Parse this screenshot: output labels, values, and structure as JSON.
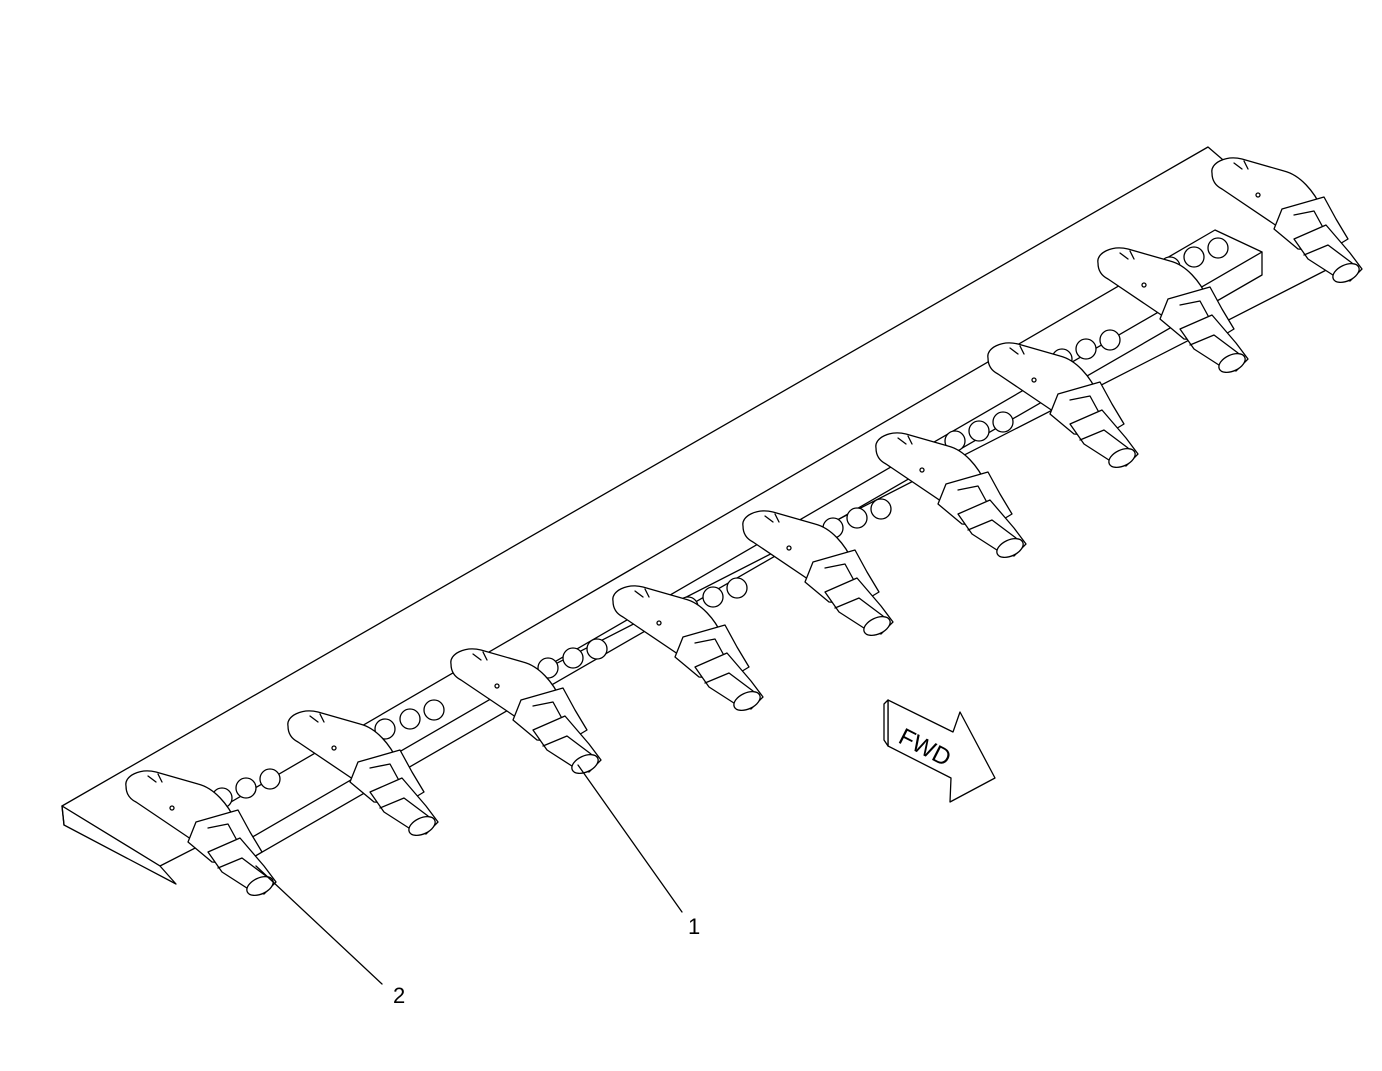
{
  "callouts": [
    {
      "label": "1"
    },
    {
      "label": "2"
    }
  ],
  "direction_arrow": {
    "label": "FWD"
  },
  "colors": {
    "line": "#000000",
    "background": "#ffffff"
  }
}
